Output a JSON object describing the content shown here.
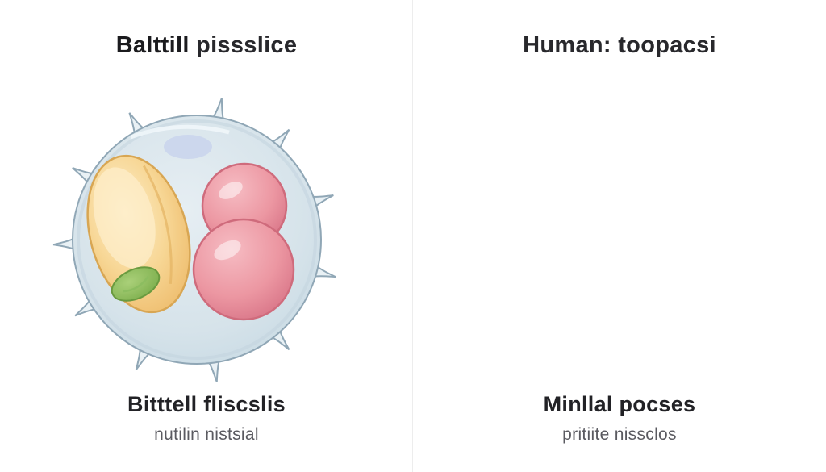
{
  "left_panel": {
    "title_bold": "Balttill",
    "title_rest": " pissslice",
    "caption_title": "Bitttell fliscslis",
    "caption_subtitle": "nutilin nistsial"
  },
  "right_panel": {
    "title": "Human: toopacsi",
    "caption_title": "Minllal pocses",
    "caption_subtitle": "pritiite nissclos"
  },
  "colors": {
    "membrane_blue": "#cfdfe8",
    "organelle_yellow": "#f3cd85",
    "organelle_pink": "#e9909c",
    "organelle_green": "#8fbf5f",
    "ring_blue": "#7d9fcd",
    "core_purple": "#584a88",
    "accent_yellow": "#dfbb58",
    "cup_teal": "#b2d4df"
  }
}
